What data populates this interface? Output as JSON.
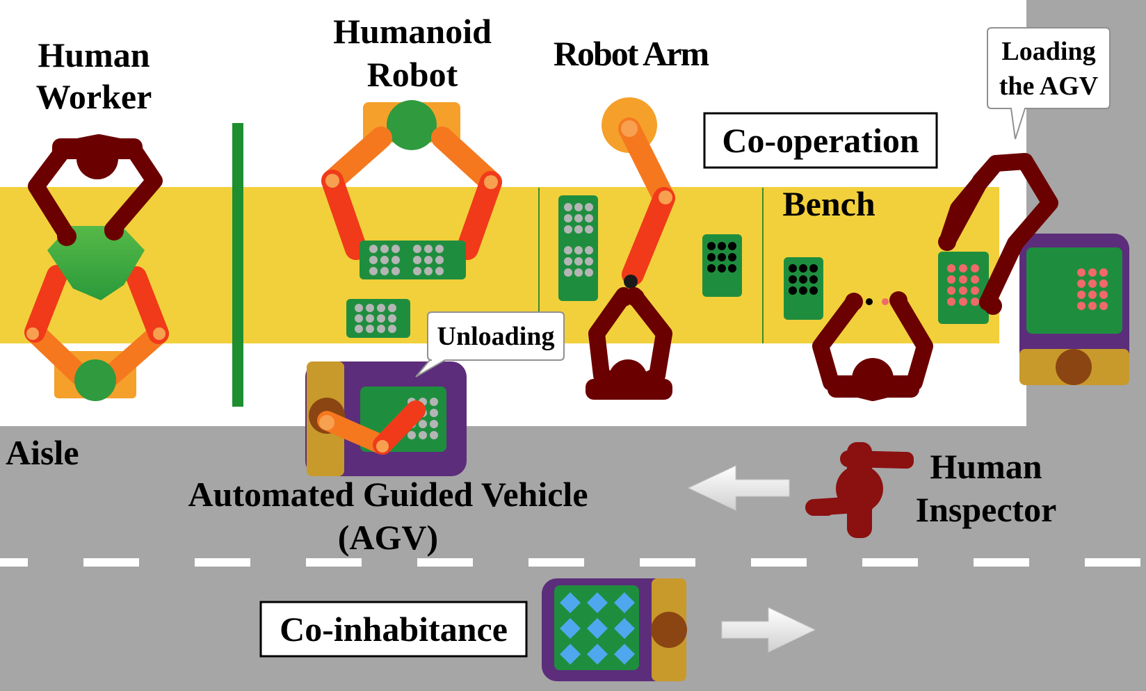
{
  "labels": {
    "human_worker_1": "Human",
    "human_worker_2": "Worker",
    "humanoid_1": "Humanoid",
    "humanoid_2": "Robot",
    "robot_arm": "Robot Arm",
    "co_operation": "Co-operation",
    "bench": "Bench",
    "loading_1": "Loading",
    "loading_2": "the AGV",
    "unloading": "Unloading",
    "aisle": "Aisle",
    "agv_1": "Automated Guided Vehicle",
    "agv_2": "(AGV)",
    "inspector_1": "Human",
    "inspector_2": "Inspector",
    "co_inhabitance": "Co-inhabitance"
  },
  "colors": {
    "aisle": "#a6a6a6",
    "bench": "#f2d03b",
    "green_part": "#1e8e3e",
    "human": "#6b0000",
    "robot_orange": "#f5781f",
    "robot_red": "#f03a1a",
    "agv_purple": "#5c2d7a",
    "agv_gold": "#c89a2b",
    "divider_green": "#1e8e2e",
    "arrow": "#f2f2f2",
    "diamond": "#4fa8ee",
    "dot_red": "#f06a6a",
    "dot_gray": "#b5b5b5"
  },
  "icons": [
    "human-worker-icon",
    "humanoid-robot-icon",
    "robot-arm-icon",
    "agv-icon",
    "human-inspector-icon",
    "arrow-left-icon",
    "arrow-right-icon"
  ]
}
